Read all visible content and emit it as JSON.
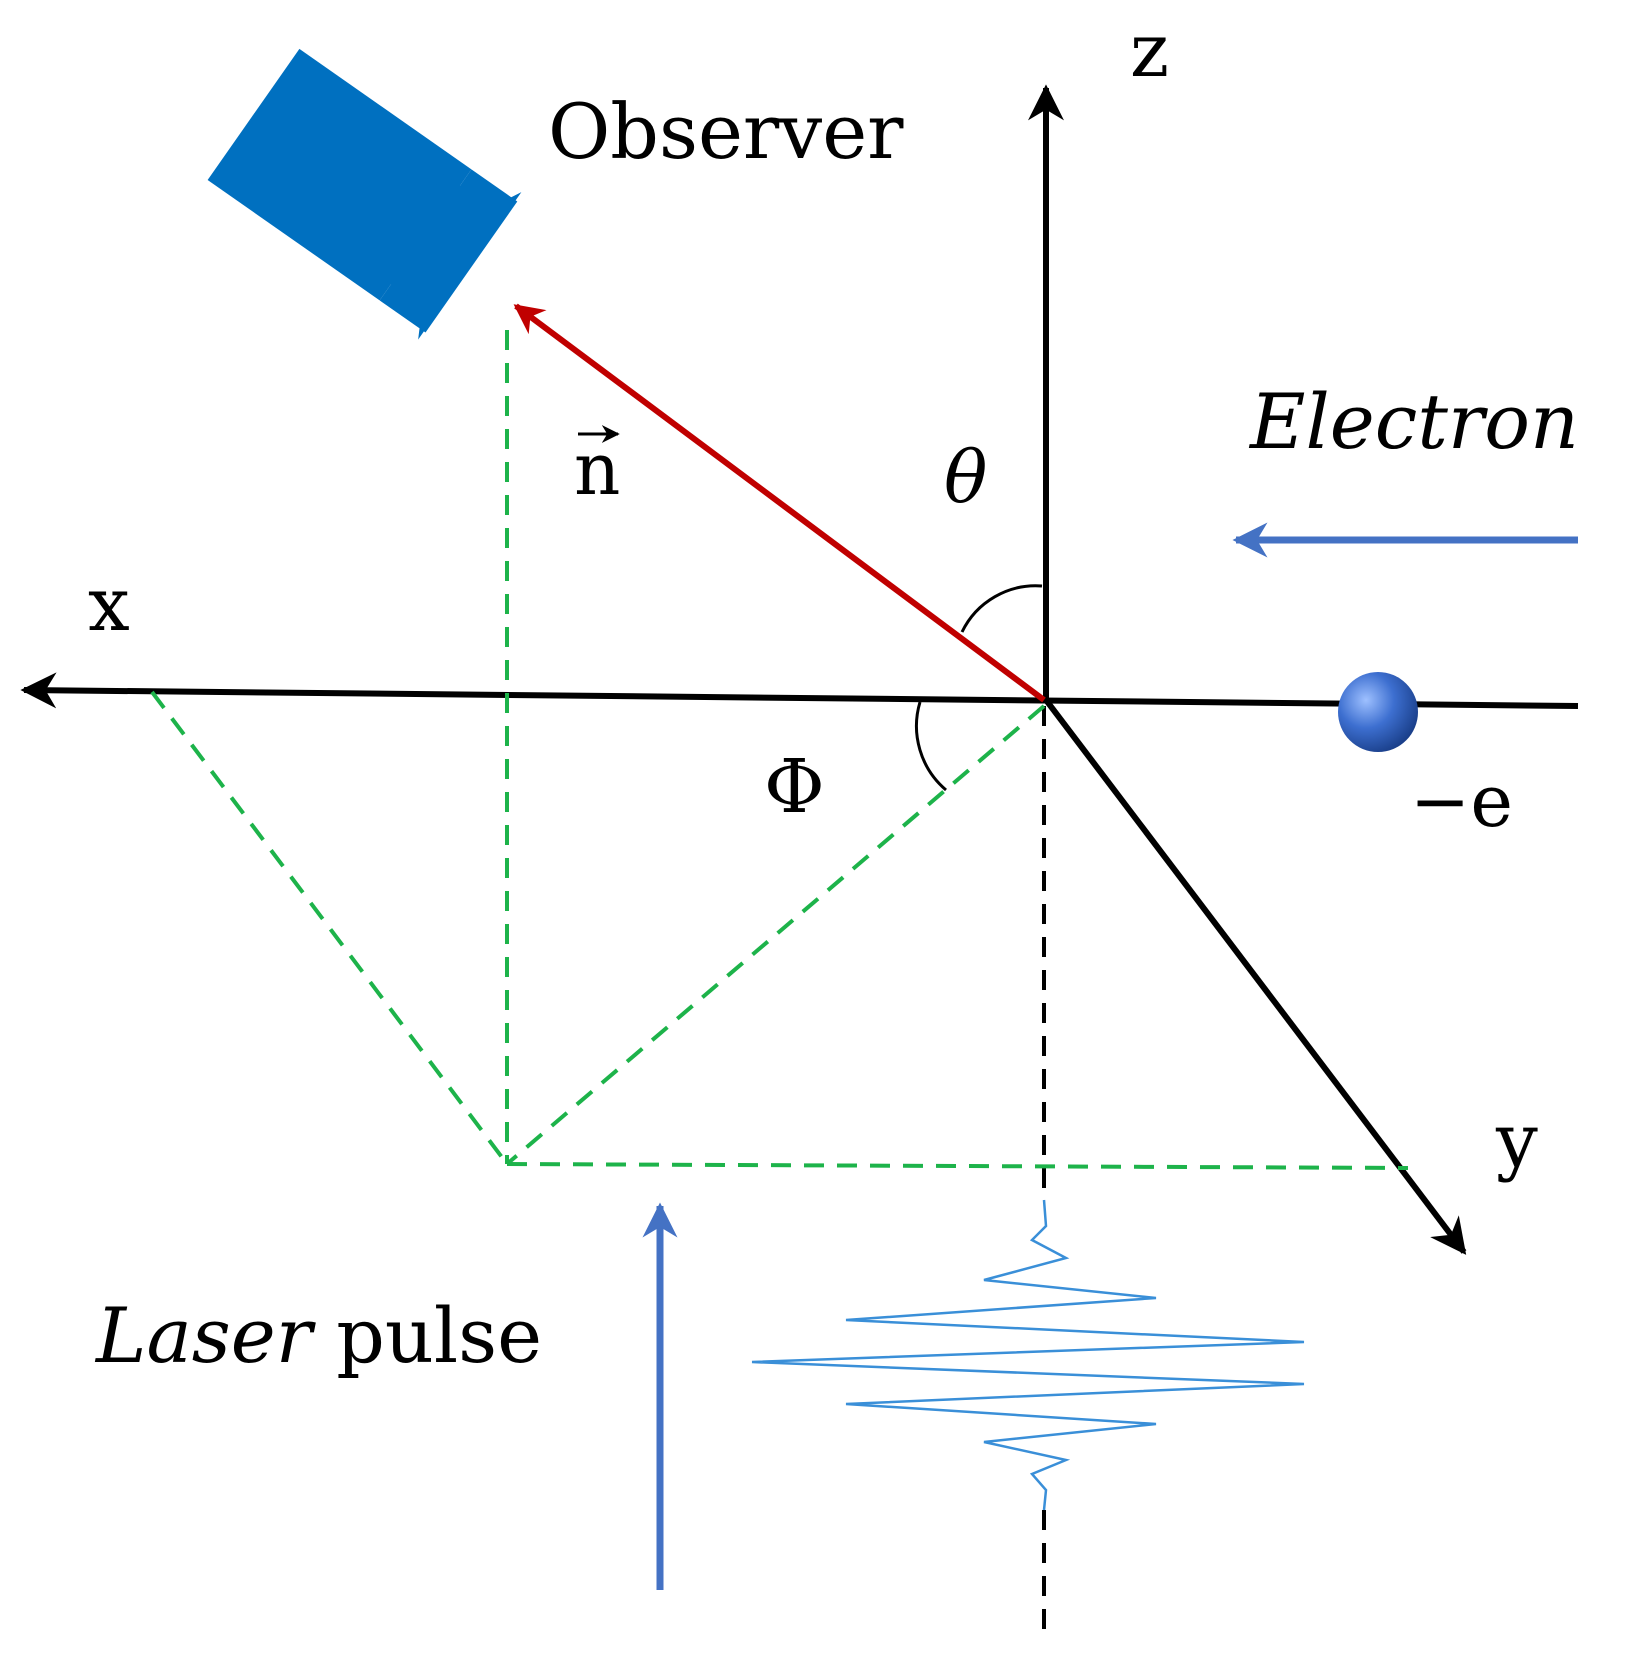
{
  "labels": {
    "z_axis": "z",
    "x_axis": "x",
    "y_axis": "y",
    "observer": "Observer",
    "n_vector": "n",
    "theta": "θ",
    "phi": "Φ",
    "electron": "Electron",
    "charge": "−e",
    "laser_italic": "Laser",
    "laser_rest": " pulse"
  },
  "colors": {
    "axis": "#000000",
    "n_vector": "#c00000",
    "projection": "#1db34a",
    "camera": "#0070c0",
    "blue_arrow": "#4472c4",
    "pulse": "#3a8fd8",
    "electron": "#3d6fd0"
  },
  "icons": {
    "observer": "camera-icon",
    "electron": "sphere-icon"
  }
}
